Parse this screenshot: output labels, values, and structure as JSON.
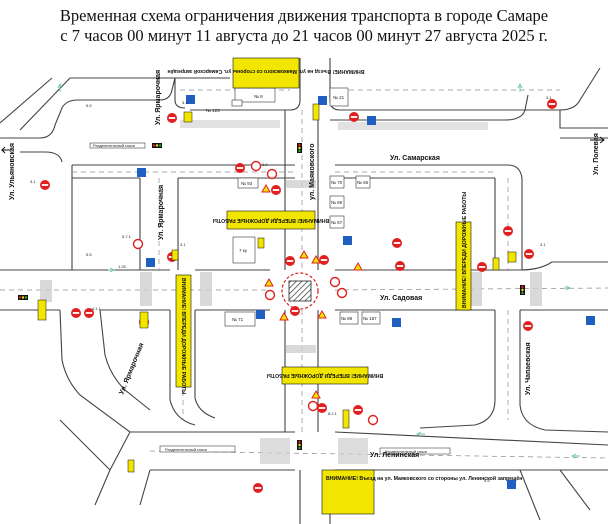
{
  "title": {
    "line1": "Временная схема ограничения движения транспорта в городе Самаре",
    "line2": "с 7 часов 00 минут 11 августа до 21 часов 00 минут 27 августа 2025 г."
  },
  "streets": {
    "ulyanovskaya": "Ул. Ульяновская",
    "yarmarochnaya_top": "Ул. Ярмарочная",
    "yarmarochnaya_mid": "Ул. Ярмарочная",
    "yarmarochnaya_bottom": "Ул. Ярмарочная",
    "samarskaya": "Ул. Самарская",
    "sadovaya": "Ул. Садовая",
    "leninskaya": "Ул. Ленинская",
    "mayakovskogo": "ул. Маяковского",
    "chapaevskaya": "Ул. Чапаевская",
    "polevaya": "Ул. Полевая"
  },
  "notices": {
    "top_box": "ВНИМАНИЕ! Въезд на ул. Маяковского со стороны ул. Самарской запрещён",
    "center_box": "ВНИМАНИЕ! ВПЕРЕДИ ДОРОЖНЫЕ РАБОТЫ",
    "right_box": "ВНИМАНИЕ! ВПЕРЕДИ ДОРОЖНЫЕ РАБОТЫ",
    "left_box": "ВНИМАНИЕ! ВПЕРЕДИ ДОРОЖНЫЕ РАБОТЫ",
    "bottom_box": "ВНИМАНИЕ! ВПЕРЕДИ ДОРОЖНЫЕ РАБОТЫ",
    "bottom_small_box": "ВНИМАНИЕ! Въезд на ул. Маяковского со стороны ул. Ленинской запрещён"
  },
  "labels": {
    "divider_left": "Разделительный газон",
    "divider_mid": "Разделительный газон",
    "divider_right": "Разделительный газон",
    "sign_3_1": "3.1",
    "sign_5_5": "5.5",
    "sign_5_7": "5.7.1",
    "sign_1_25": "1.25",
    "sign_4_1": "4.1.1",
    "sign_8_2": "8.2.1",
    "sign_3_2": "3.2"
  },
  "buildings": {
    "b1": "№ 8",
    "b2": "№ 21",
    "b3": "№ 70",
    "b4": "№ 65",
    "b5": "№ 69",
    "b6": "№ 67",
    "b7": "7 ку",
    "b8": "№ 93",
    "b9": "№ 71",
    "b10": "№ 89",
    "b11": "№ 187",
    "b12": "№ 123"
  },
  "colors": {
    "sign_red": "#e02020",
    "notice_yellow": "#f2e600",
    "info_blue": "#1f5fbf",
    "road_line": "#444444",
    "marking": "#8a8a8a"
  }
}
